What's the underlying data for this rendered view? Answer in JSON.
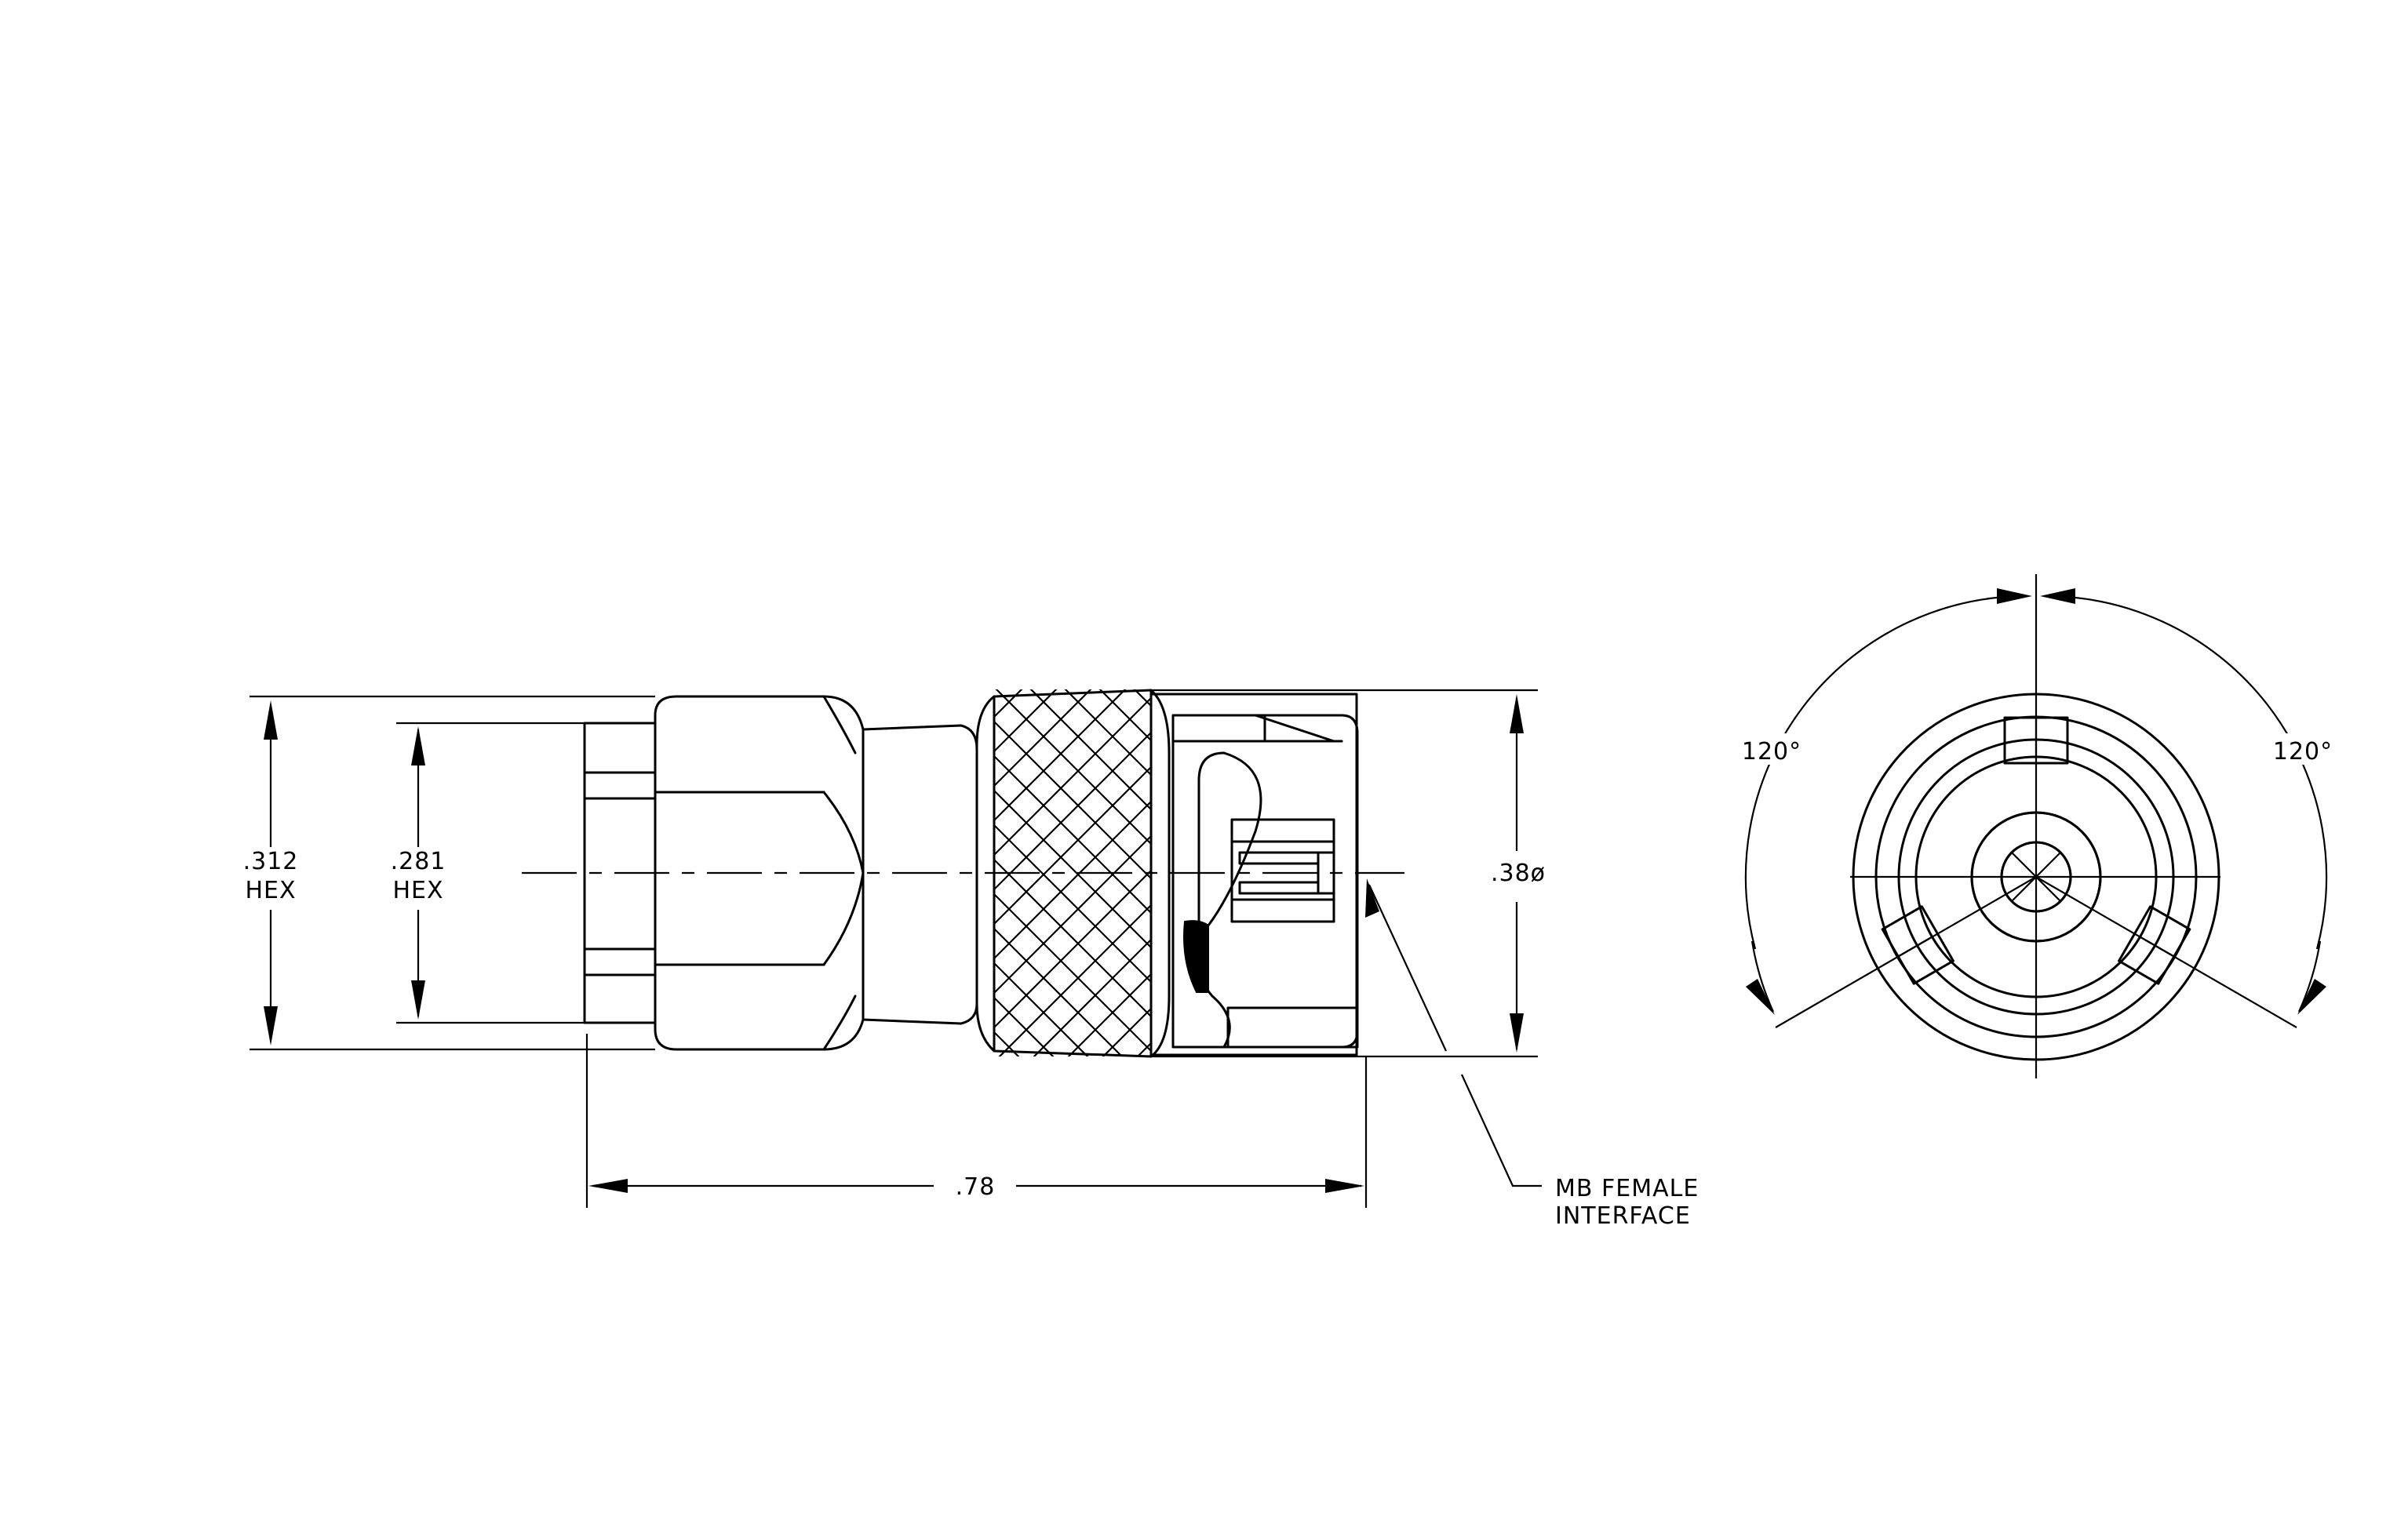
{
  "dimensions": {
    "hex_large_value": ".312",
    "hex_large_unit": "HEX",
    "hex_small_value": ".281",
    "hex_small_unit": "HEX",
    "diameter": ".38ø",
    "length": ".78",
    "angle_left": "120°",
    "angle_right": "120°"
  },
  "callout": {
    "line1": "MB  FEMALE",
    "line2": "INTERFACE"
  }
}
